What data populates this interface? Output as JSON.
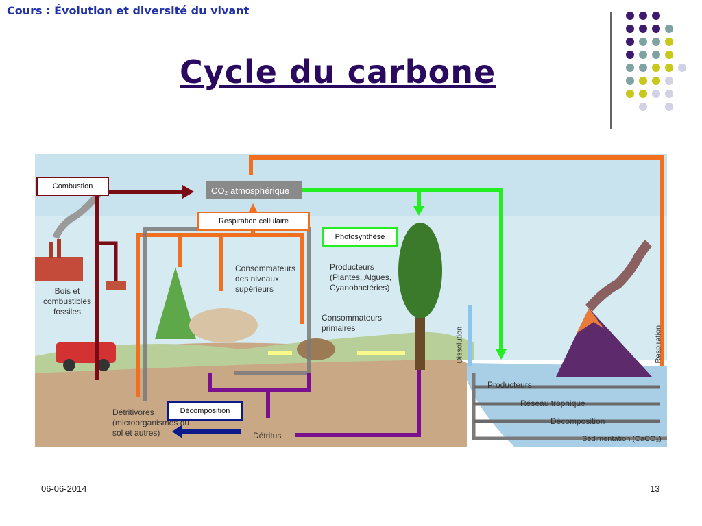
{
  "header": {
    "course": "Cours : Évolution et diversité du vivant",
    "title": "Cycle du carbone"
  },
  "footer": {
    "date": "06-06-2014",
    "page": "13"
  },
  "diagram": {
    "co2_label": "CO₂ atmosphérique",
    "boxes": {
      "combustion": "Combustion",
      "respiration": "Respiration cellulaire",
      "photosynthese": "Photosynthèse",
      "decomposition": "Décomposition"
    },
    "labels": {
      "bois": "Bois et combustibles fossiles",
      "consommateurs_sup": "Consommateurs des niveaux supérieurs",
      "producteurs": "Producteurs (Plantes, Algues, Cyanobactéries)",
      "consommateurs_prim": "Consommateurs primaires",
      "detritivores": "Détritivores (microorganismes du sol et autres)",
      "detritus": "Détritus",
      "dissolution": "Dissolution",
      "respiration_v": "Respiration",
      "ocean_producteurs": "Producteurs",
      "reseau": "Réseau trophique",
      "ocean_decomposition": "Décomposition",
      "sedimentation": "Sédimentation (CaCO₃)"
    },
    "colors": {
      "combustion": "#7a0a14",
      "respiration": "#f07020",
      "photosynthese": "#22ee22",
      "decomposition": "#0a1a8a",
      "detritus": "#7a1090",
      "grey": "#7a7a7a"
    }
  }
}
